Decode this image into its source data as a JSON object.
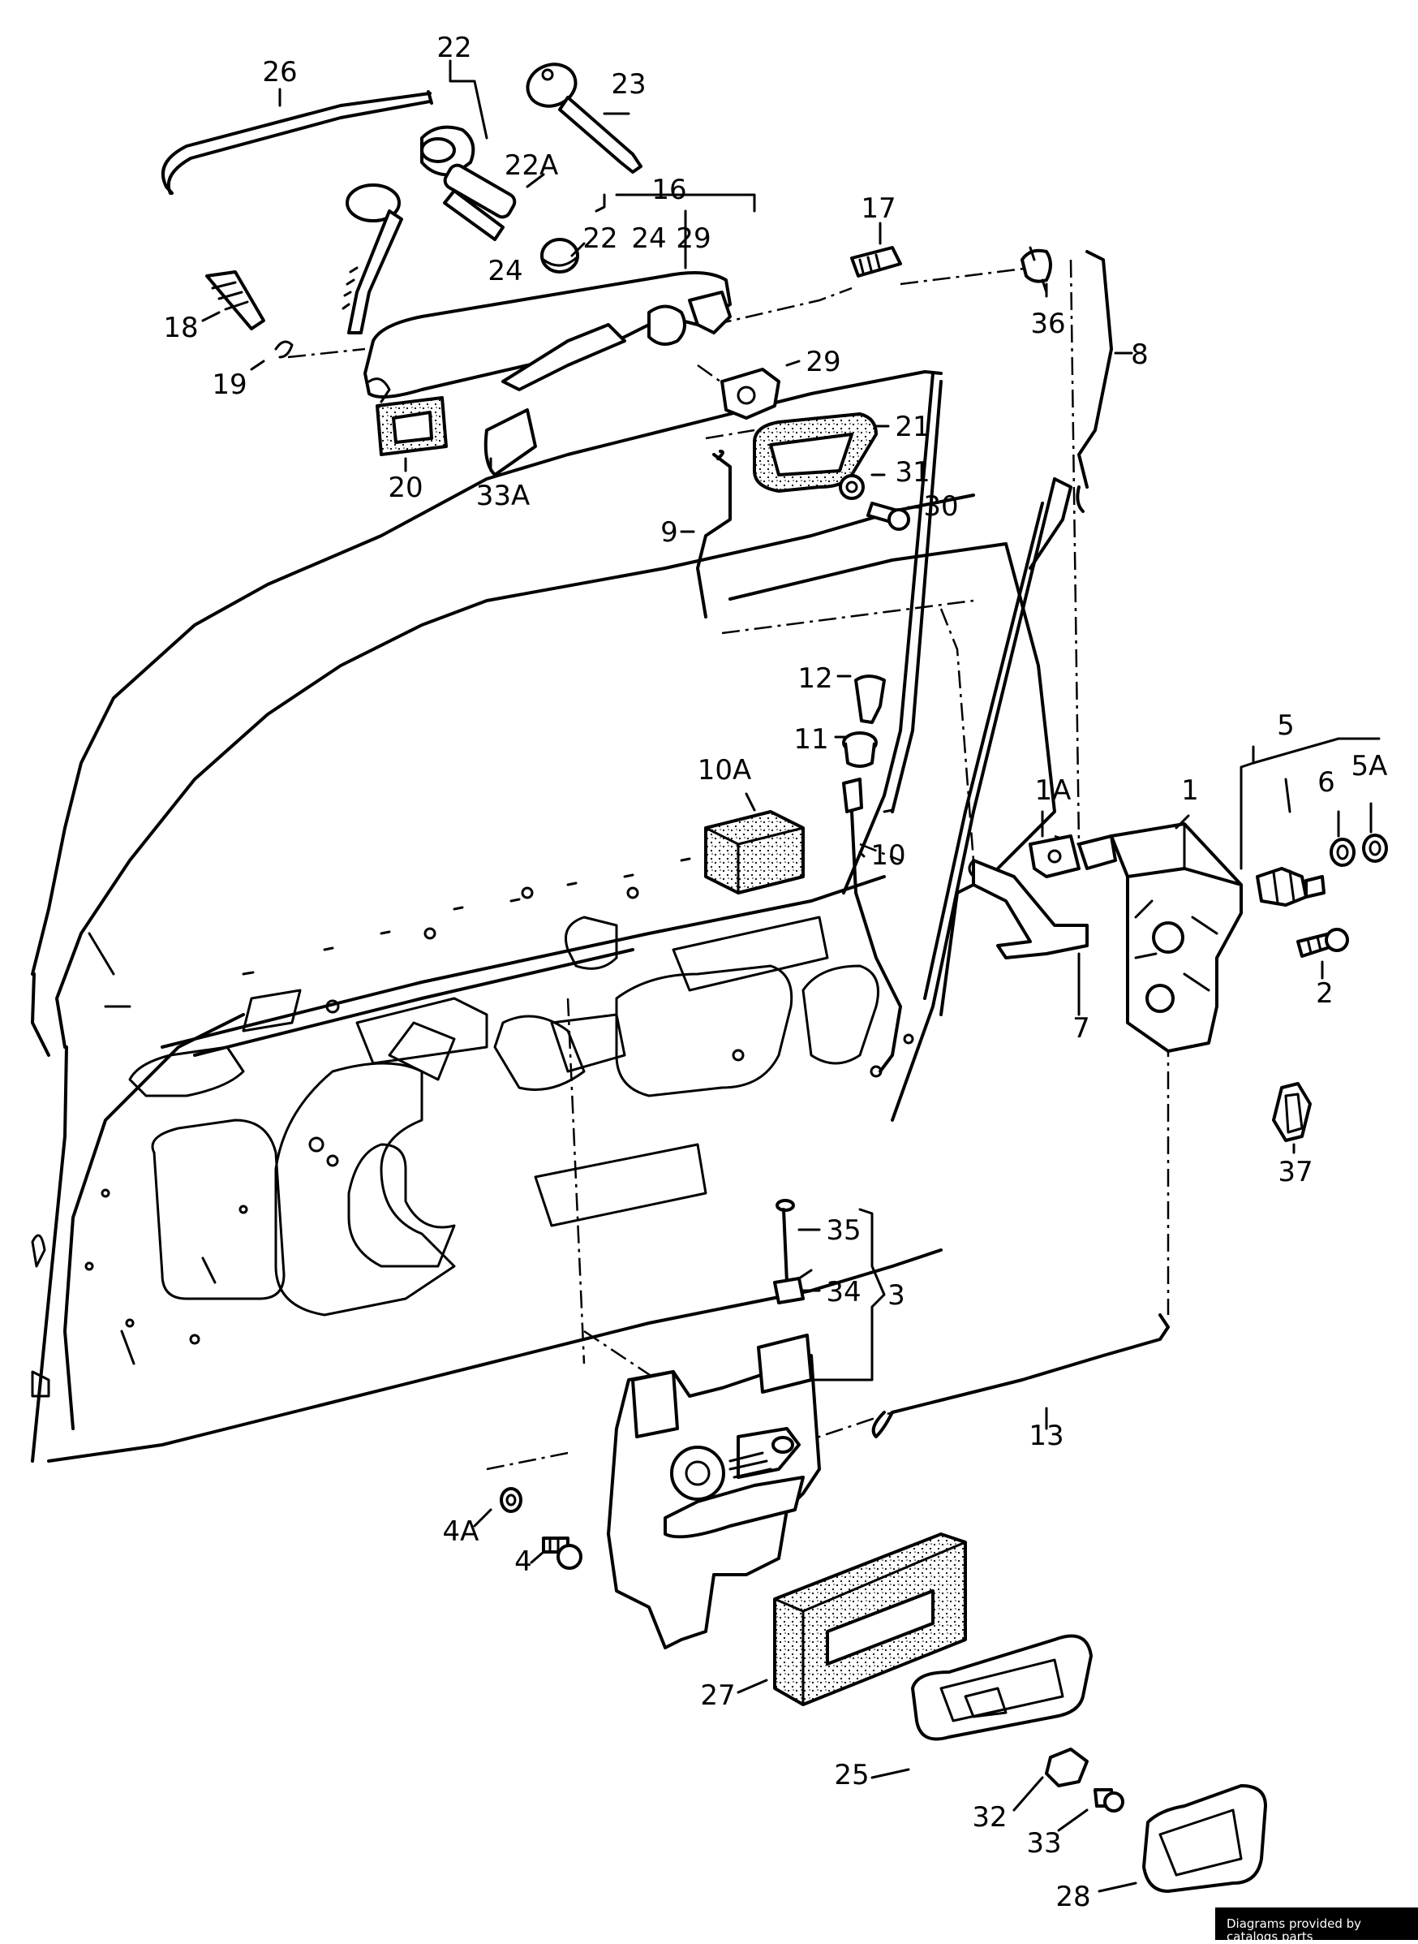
{
  "labels": {
    "l26": "26",
    "l22": "22",
    "l23": "23",
    "l22a": "22A",
    "l16": "16",
    "l22b": "22",
    "l24b": "24",
    "l29b": "29",
    "l17": "17",
    "l36": "36",
    "l8": "8",
    "l18": "18",
    "l24": "24",
    "l19": "19",
    "l29": "29",
    "l21": "21",
    "l20": "20",
    "l33a": "33A",
    "l31": "31",
    "l30": "30",
    "l9": "9",
    "l12": "12",
    "l11": "11",
    "l10a": "10A",
    "l10": "10",
    "l5": "5",
    "l1a": "1A",
    "l1": "1",
    "l6": "6",
    "l5a": "5A",
    "l2": "2",
    "l7": "7",
    "l37": "37",
    "l35": "35",
    "l34": "34",
    "l3": "3",
    "l13": "13",
    "l4a": "4A",
    "l4": "4",
    "l27": "27",
    "l25": "25",
    "l32": "32",
    "l33": "33",
    "l28": "28"
  },
  "watermark": "Diagrams provided by catalogs parts"
}
